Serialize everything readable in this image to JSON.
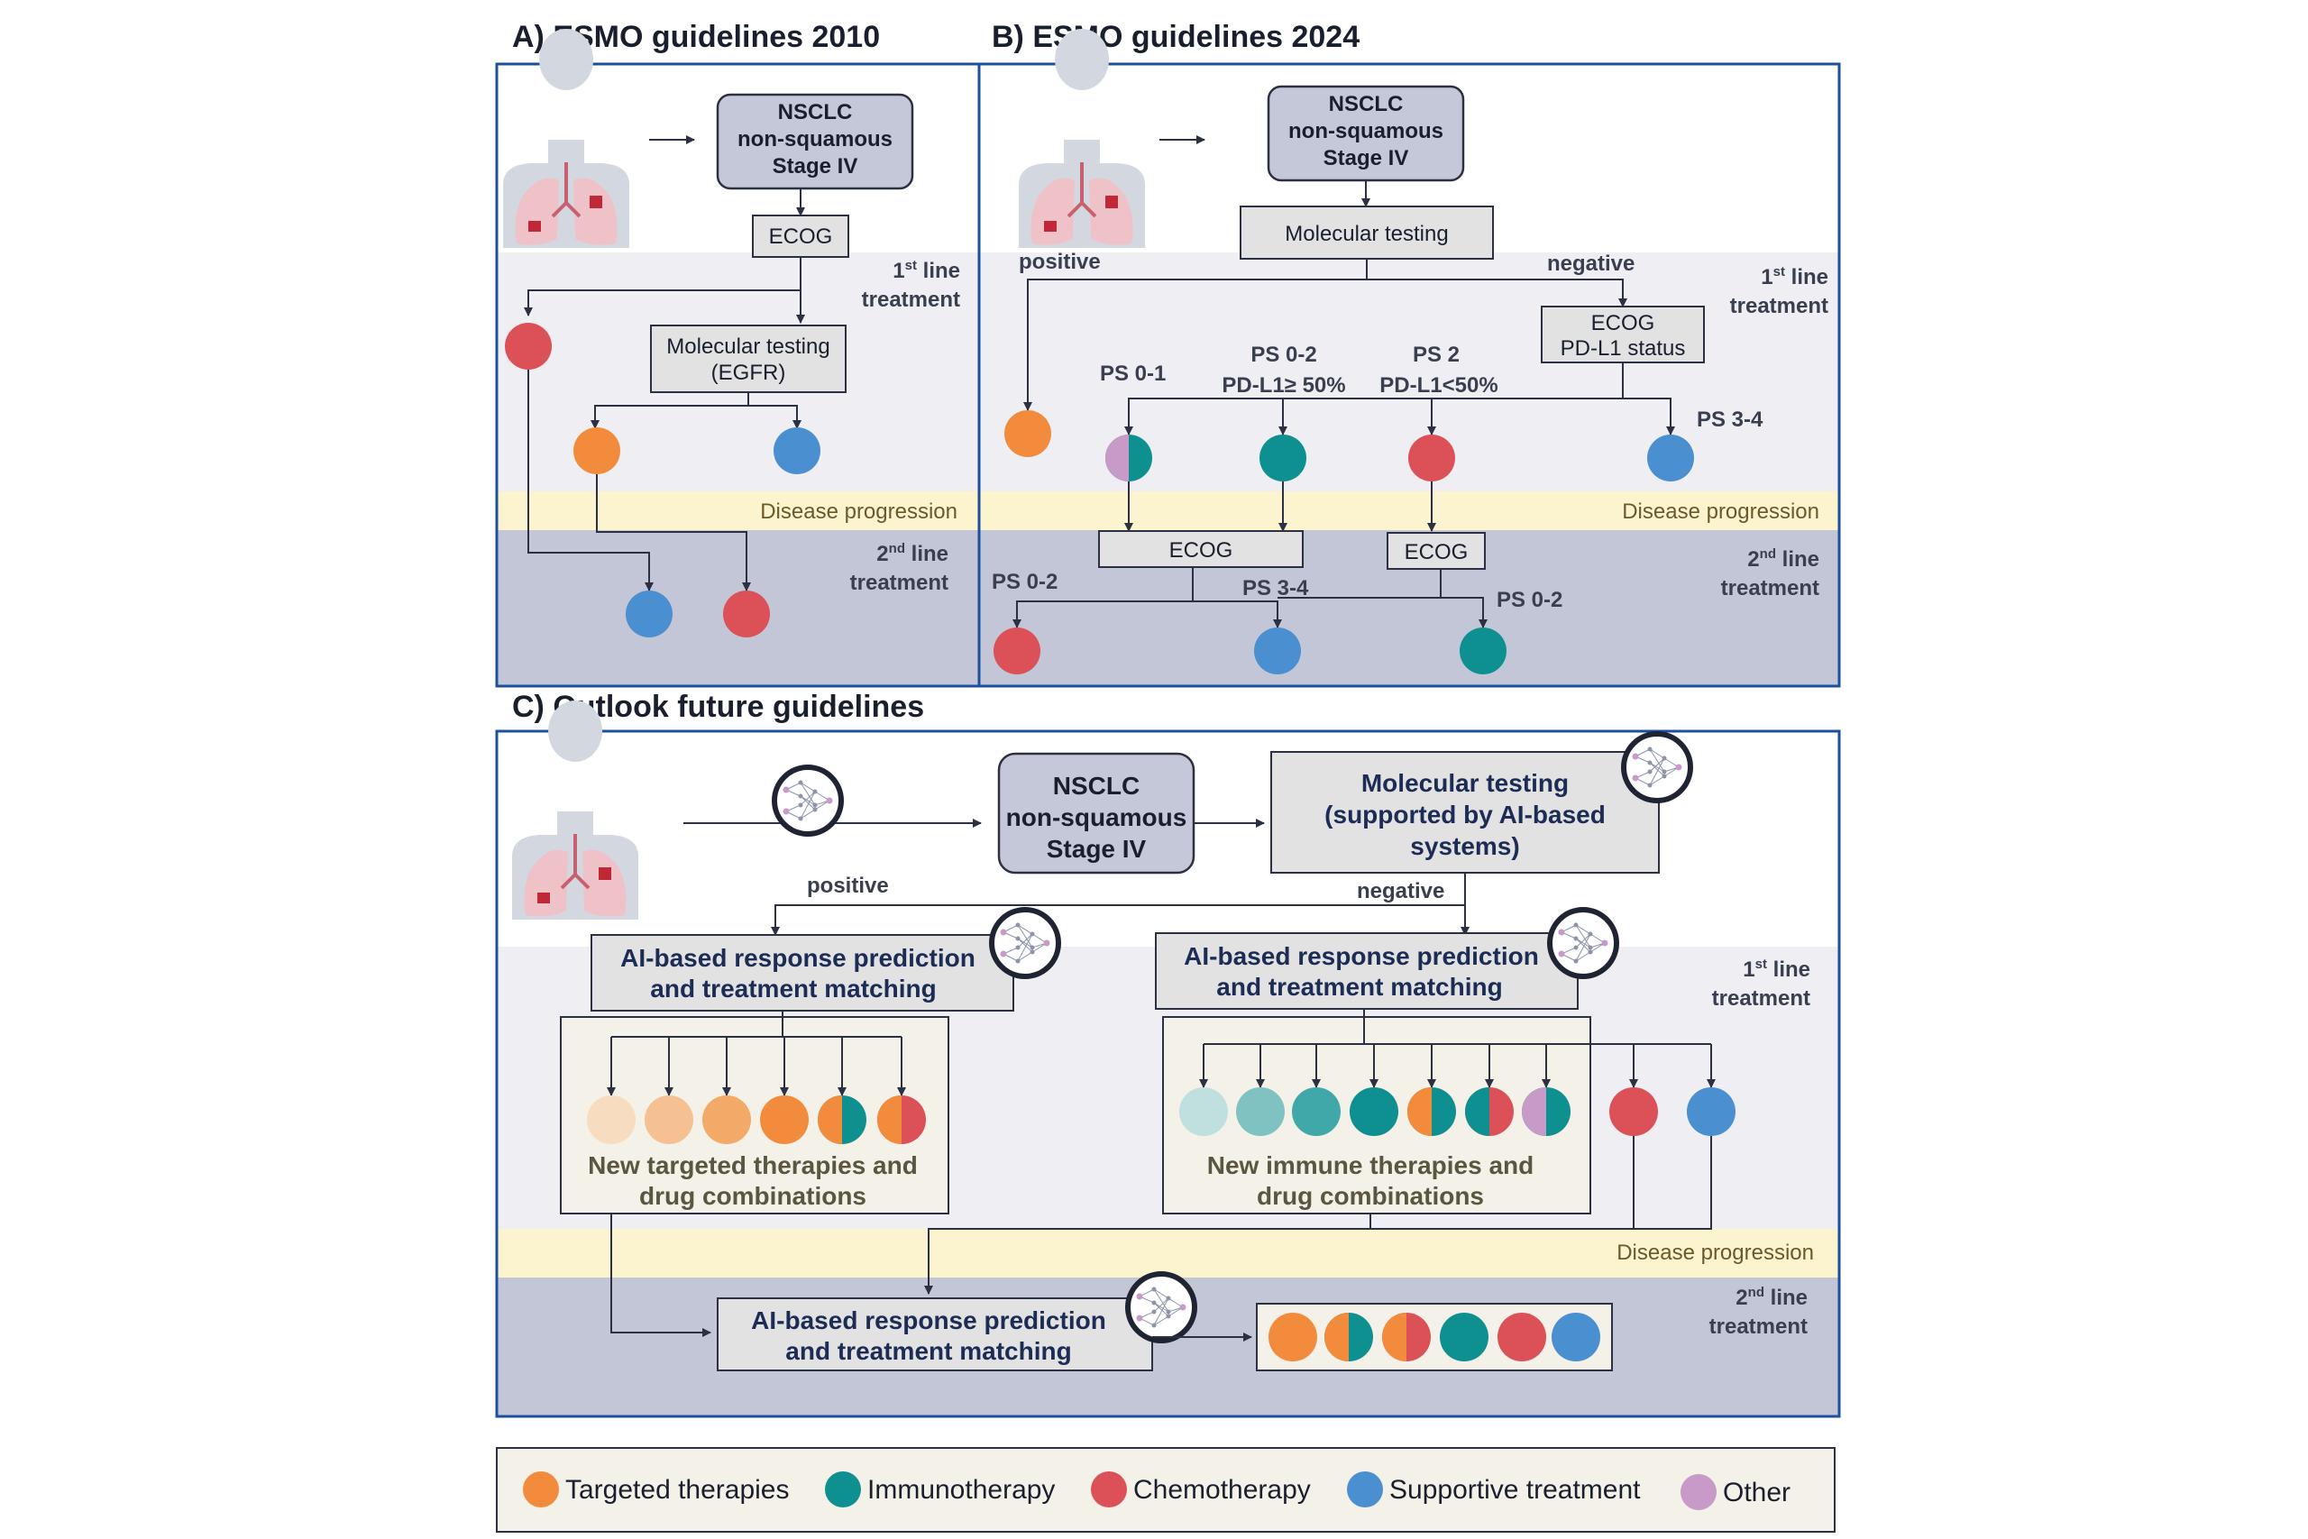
{
  "panels": {
    "a_title": "A) ESMO guidelines 2010",
    "b_title": "B) ESMO guidelines 2024",
    "c_title": "C) Outlook future guidelines"
  },
  "bands": {
    "first_line_1": "1",
    "first_line_sup": "st",
    "first_line_2": " line",
    "first_line_3": "treatment",
    "second_line_1": "2",
    "second_line_sup": "nd",
    "second_line_2": " line",
    "second_line_3": "treatment",
    "disease_progression": "Disease progression"
  },
  "boxes": {
    "nsclc_1": "NSCLC",
    "nsclc_2": "non-squamous",
    "nsclc_3": "Stage IV",
    "ecog": "ECOG",
    "molecular_testing": "Molecular testing",
    "egfr": "(EGFR)",
    "ecog_pdl1_1": "ECOG",
    "ecog_pdl1_2": "PD-L1 status",
    "mt_ai_1": "Molecular testing",
    "mt_ai_2": "(supported by AI-based",
    "mt_ai_3": "systems)",
    "ai_pred_1": "AI-based response prediction",
    "ai_pred_2": "and treatment matching",
    "targeted_1": "New targeted therapies and",
    "targeted_2": "drug combinations",
    "immune_1": "New immune therapies and",
    "immune_2": "drug combinations"
  },
  "labels": {
    "positive": "positive",
    "negative": "negative",
    "ps01": "PS 0-1",
    "ps02": "PS 0-2",
    "pdl1_ge50": "PD-L1≥ 50%",
    "ps2": "PS 2",
    "pdl1_lt50": "PD-L1<50%",
    "ps34": "PS 3-4"
  },
  "legend": [
    {
      "label": "Targeted therapies",
      "color": "#f28c3c"
    },
    {
      "label": "Immunotherapy",
      "color": "#0e9090"
    },
    {
      "label": "Chemotherapy",
      "color": "#dc5058"
    },
    {
      "label": "Supportive treatment",
      "color": "#4a8fd0"
    },
    {
      "label": "Other",
      "color": "#c89ac8"
    }
  ],
  "colors": {
    "targeted": "#f28c3c",
    "immuno": "#0e9090",
    "chemo": "#dc5058",
    "supportive": "#4a8fd0",
    "other": "#c89ac8",
    "panel_border": "#1e4f9c",
    "band_first": "#eeeef3",
    "band_progression": "#fcf3cf",
    "band_second": "#c2c6d6",
    "box_dark": "#c5c8d8",
    "box_light": "#e2e2e2"
  }
}
